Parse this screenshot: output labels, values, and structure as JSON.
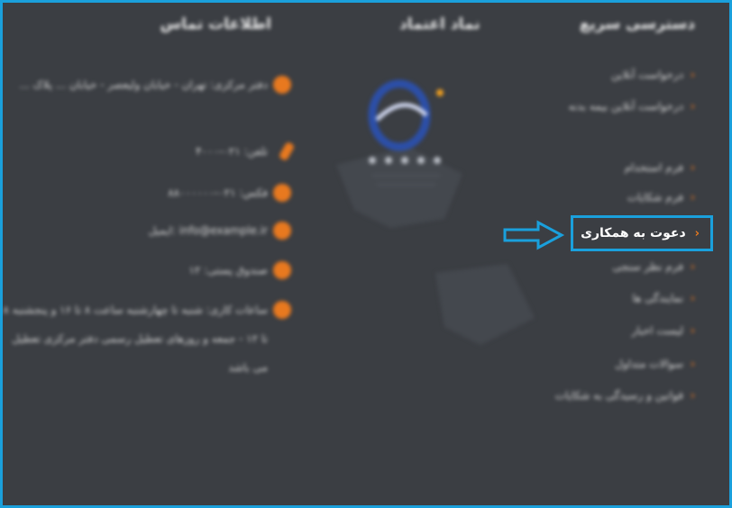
{
  "columns": {
    "quick_access": {
      "title": "دسترسی سریع",
      "items": [
        "درخواست آنلاین",
        "درخواست آنلاین بیمه بدنه",
        "فرم استخدام",
        "فرم شکایات",
        "دعوت به همکاری",
        "فرم نظر سنجی",
        "نمایندگی ها",
        "لیست اخبار",
        "سوالات متداول",
        "قوانین و رسیدگی به شکایات"
      ],
      "highlighted_index": 4
    },
    "trust": {
      "title": "نماد اعتماد"
    },
    "contact": {
      "title": "اطلاعات تماس",
      "items": [
        {
          "icon": "location-icon",
          "text": "دفتر مرکزی: تهران - خیابان ولیعصر - خیابان ... پلاک ..."
        },
        {
          "icon": "phone-icon",
          "text": "تلفن: ۰۲۱-۴۰۰۰"
        },
        {
          "icon": "fax-icon",
          "text": "فکس: ۰۲۱-۸۸۰۰۰۰۰۰"
        },
        {
          "icon": "email-icon",
          "text": "info@example.ir :ایمیل"
        },
        {
          "icon": "mail-icon",
          "text": "صندوق پستی: ۱۲"
        },
        {
          "icon": "clock-icon",
          "text": "ساعات کاری: شنبه تا چهارشنبه ساعت ۸ تا ۱۶ و پنجشنبه ۸ تا ۱۲ - جمعه و روزهای تعطیل رسمی دفتر مرکزی تعطیل می باشد"
        }
      ]
    }
  },
  "colors": {
    "accent": "#e8791f",
    "highlight": "#1aa0dc",
    "background": "#3b3e43"
  }
}
